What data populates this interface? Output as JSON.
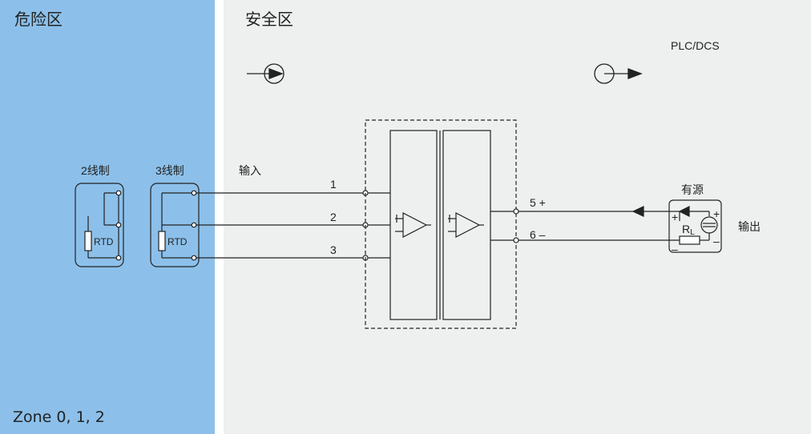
{
  "zones": {
    "hazardous": "危险区",
    "safe": "安全区",
    "zone_text": "Zone  0, 1, 2"
  },
  "labels": {
    "plc": "PLC/DCS",
    "two_wire": "2线制",
    "three_wire": "3线制",
    "input": "输入",
    "active": "有源",
    "output": "输出",
    "rtd": "RTD",
    "rl_main": "R",
    "rl_sub": "L"
  },
  "terminals": {
    "t1": "1",
    "t2": "2",
    "t3": "3",
    "t5": "5 +",
    "t6": "6 –"
  },
  "signs": {
    "plus": "+",
    "minus": "–"
  },
  "colors": {
    "hazardous_zone": "#8cc0ea",
    "safe_zone": "#eef0f0",
    "line": "#222222"
  }
}
